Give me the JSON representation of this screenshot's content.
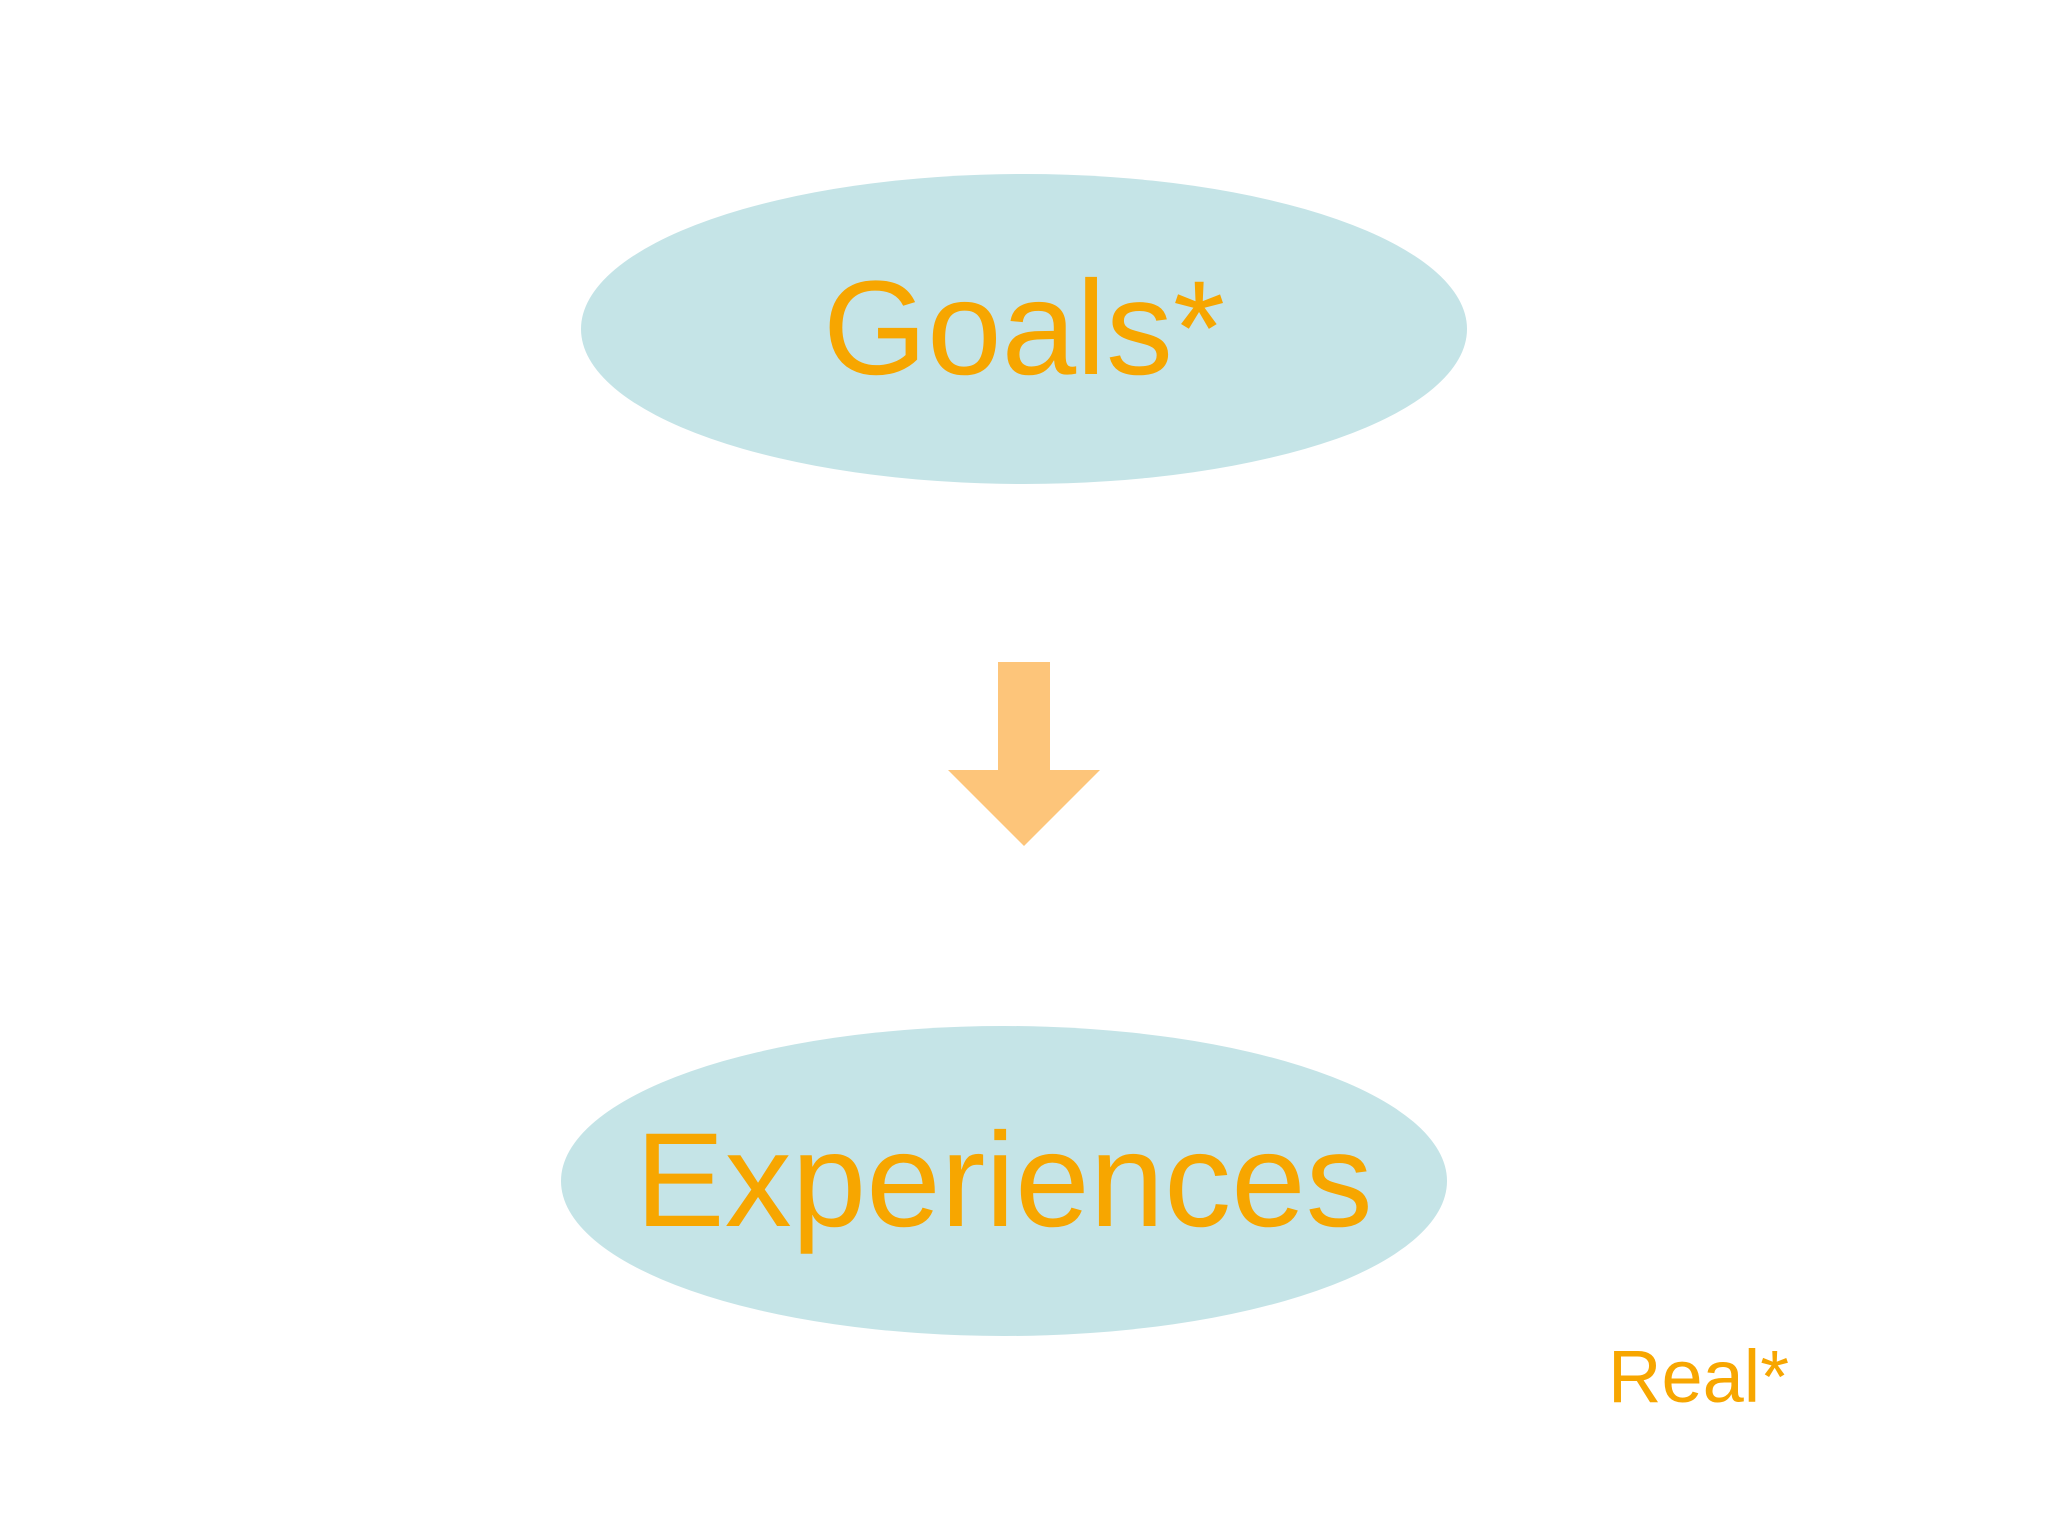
{
  "diagram": {
    "nodes": {
      "top": {
        "label": "Goals*"
      },
      "bottom": {
        "label": "Experiences"
      }
    },
    "edges": [
      {
        "from": "top",
        "to": "bottom",
        "style": "block-arrow-down"
      }
    ],
    "note": "Real*"
  },
  "colors": {
    "background": "#ffffff",
    "node_fill": "#c5e4e7",
    "text": "#f7a600",
    "arrow": "#fdc57a"
  }
}
